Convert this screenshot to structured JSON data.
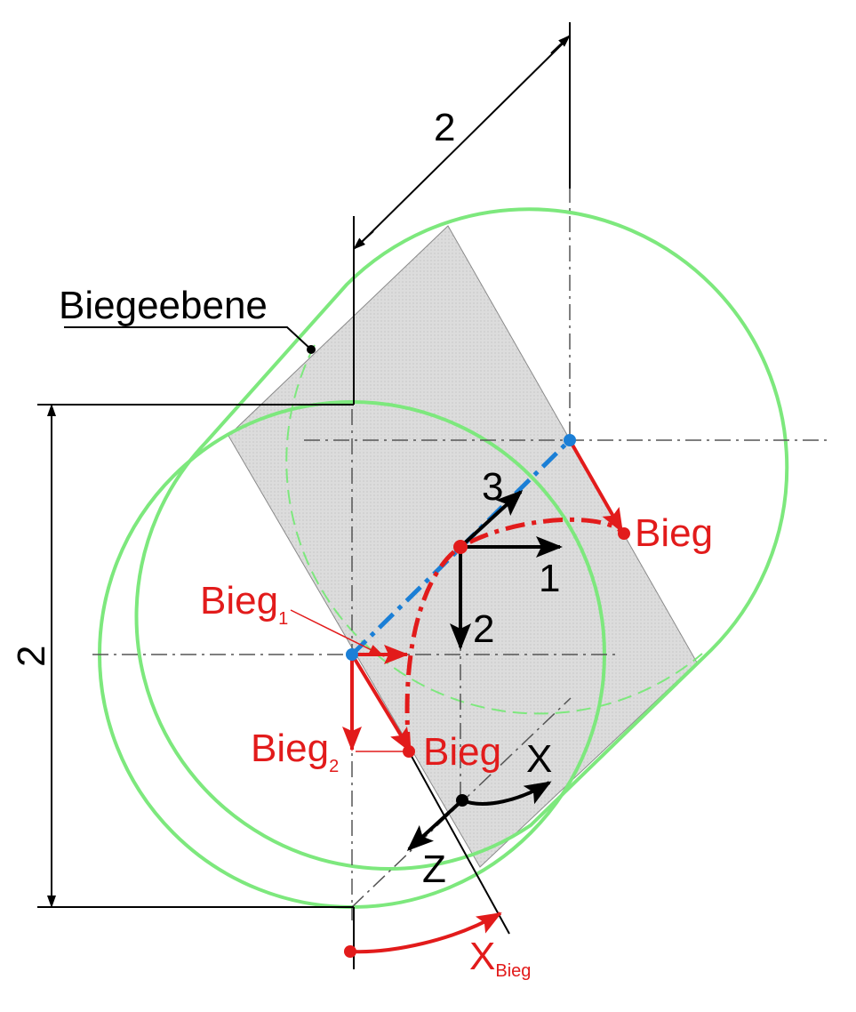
{
  "labels": {
    "plane": "Biegeebene",
    "dim_top": "2",
    "dim_left": "2",
    "axis_1": "1",
    "axis_2": "2",
    "axis_3": "3",
    "axis_x": "X",
    "axis_z": "Z",
    "bieg_right": "Bieg",
    "bieg_lower": "Bieg",
    "bieg1_main": "Bieg",
    "bieg1_sub": "1",
    "bieg2_main": "Bieg",
    "bieg2_sub": "2",
    "xbieg_main": "X",
    "xbieg_sub": "Bieg"
  },
  "colors": {
    "outline_green": "#7de87d",
    "band_gray": "#d9d9d9",
    "red": "#e21b1b",
    "blue": "#1b7fd6",
    "black": "#000000",
    "center_line": "#555555"
  }
}
